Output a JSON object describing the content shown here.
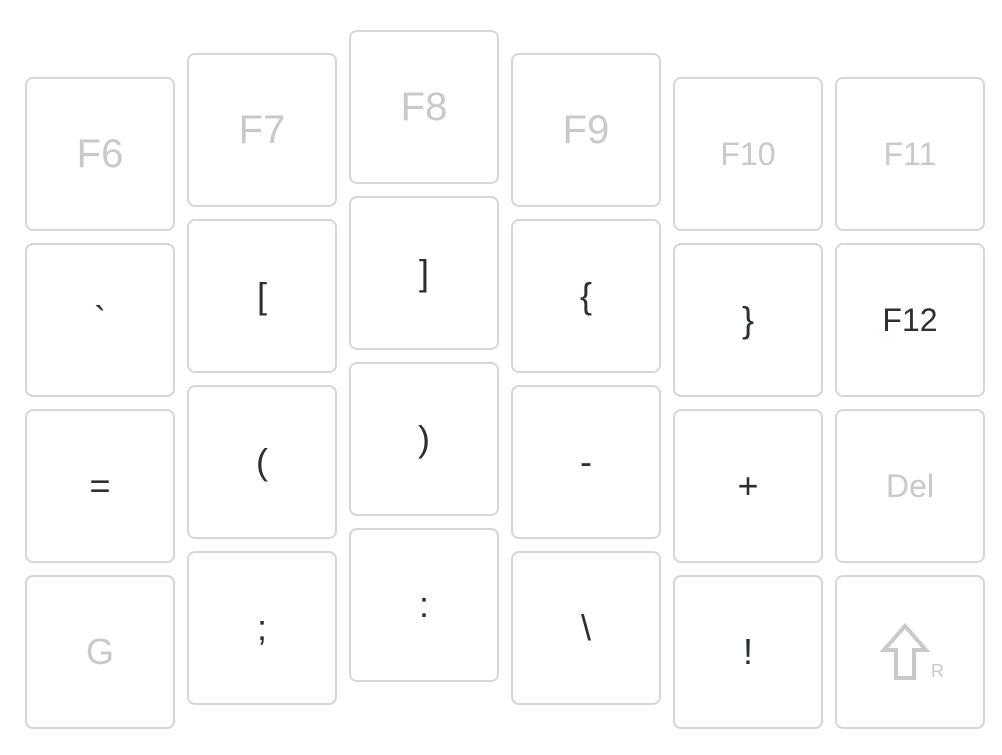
{
  "keyboard": {
    "columns": [
      {
        "keys": [
          {
            "label": "F6",
            "style": "fkey",
            "faded": true
          },
          {
            "label": "`",
            "style": "sym",
            "faded": false
          },
          {
            "label": "=",
            "style": "sym",
            "faded": false
          },
          {
            "label": "G",
            "style": "letter",
            "faded": true
          }
        ]
      },
      {
        "keys": [
          {
            "label": "F7",
            "style": "fkey",
            "faded": true
          },
          {
            "label": "[",
            "style": "sym",
            "faded": false
          },
          {
            "label": "(",
            "style": "sym",
            "faded": false
          },
          {
            "label": ";",
            "style": "sym",
            "faded": false
          }
        ]
      },
      {
        "keys": [
          {
            "label": "F8",
            "style": "fkey",
            "faded": true
          },
          {
            "label": "]",
            "style": "sym",
            "faded": false
          },
          {
            "label": ")",
            "style": "sym",
            "faded": false
          },
          {
            "label": ":",
            "style": "sym",
            "faded": false
          }
        ]
      },
      {
        "keys": [
          {
            "label": "F9",
            "style": "fkey",
            "faded": true
          },
          {
            "label": "{",
            "style": "sym",
            "faded": false
          },
          {
            "label": "-",
            "style": "sym",
            "faded": false
          },
          {
            "label": "\\",
            "style": "sym",
            "faded": false
          }
        ]
      },
      {
        "keys": [
          {
            "label": "F10",
            "style": "fkey-sm",
            "faded": true
          },
          {
            "label": "}",
            "style": "sym",
            "faded": false
          },
          {
            "label": "+",
            "style": "sym",
            "faded": false
          },
          {
            "label": "!",
            "style": "sym",
            "faded": false
          }
        ]
      },
      {
        "keys": [
          {
            "label": "F11",
            "style": "fkey-sm",
            "faded": true
          },
          {
            "label": "F12",
            "style": "word",
            "faded": false
          },
          {
            "label": "Del",
            "style": "word",
            "faded": true
          },
          {
            "label": "R",
            "style": "shift",
            "faded": true,
            "icon": "shift-arrow-icon"
          }
        ]
      }
    ]
  }
}
